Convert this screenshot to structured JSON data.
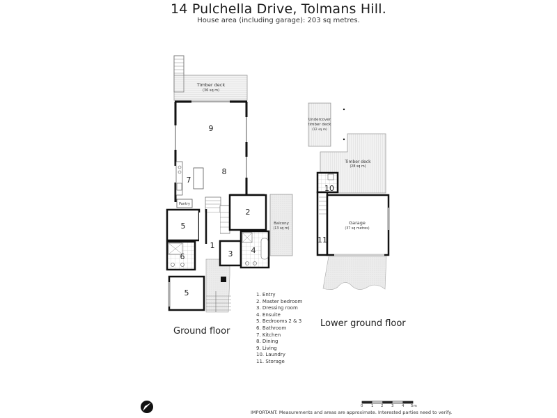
{
  "header": {
    "title": "14 Pulchella Drive, Tolmans Hill.",
    "subtitle": "House area (including garage): 203 sq metres."
  },
  "ground_floor": {
    "label": "Ground floor",
    "timber_deck": {
      "name": "Timber deck",
      "area": "(36 sq m)"
    },
    "balcony": {
      "name": "Balcony",
      "area": "(13 sq m)"
    },
    "pantry": "Pantry",
    "room_numbers": [
      "1",
      "2",
      "3",
      "4",
      "5",
      "5",
      "6",
      "7",
      "8",
      "9"
    ]
  },
  "lower_ground_floor": {
    "label": "Lower ground floor",
    "undercover_deck": {
      "line1": "Undercover",
      "line2": "timber deck",
      "area": "(12 sq m)"
    },
    "timber_deck": {
      "name": "Timber deck",
      "area": "(28 sq m)"
    },
    "garage": {
      "name": "Garage",
      "area": "(37 sq metres)"
    },
    "room_numbers": [
      "10",
      "11"
    ]
  },
  "legend": [
    "1. Entry",
    "2. Master bedroom",
    "3. Dressing room",
    "4. Ensuite",
    "5. Bedrooms 2 & 3",
    "6. Bathroom",
    "7. Kitchen",
    "8. Dining",
    "9. Living",
    "10. Laundry",
    "11. Storage"
  ],
  "scale_bar": {
    "ticks": [
      "0",
      "1",
      "2",
      "3",
      "4",
      "5m"
    ]
  },
  "footer": {
    "note": "IMPORTANT: Measurements and areas are approximate. Interested parties need to verify."
  },
  "compass": {
    "icon": "north-arrow-icon"
  }
}
